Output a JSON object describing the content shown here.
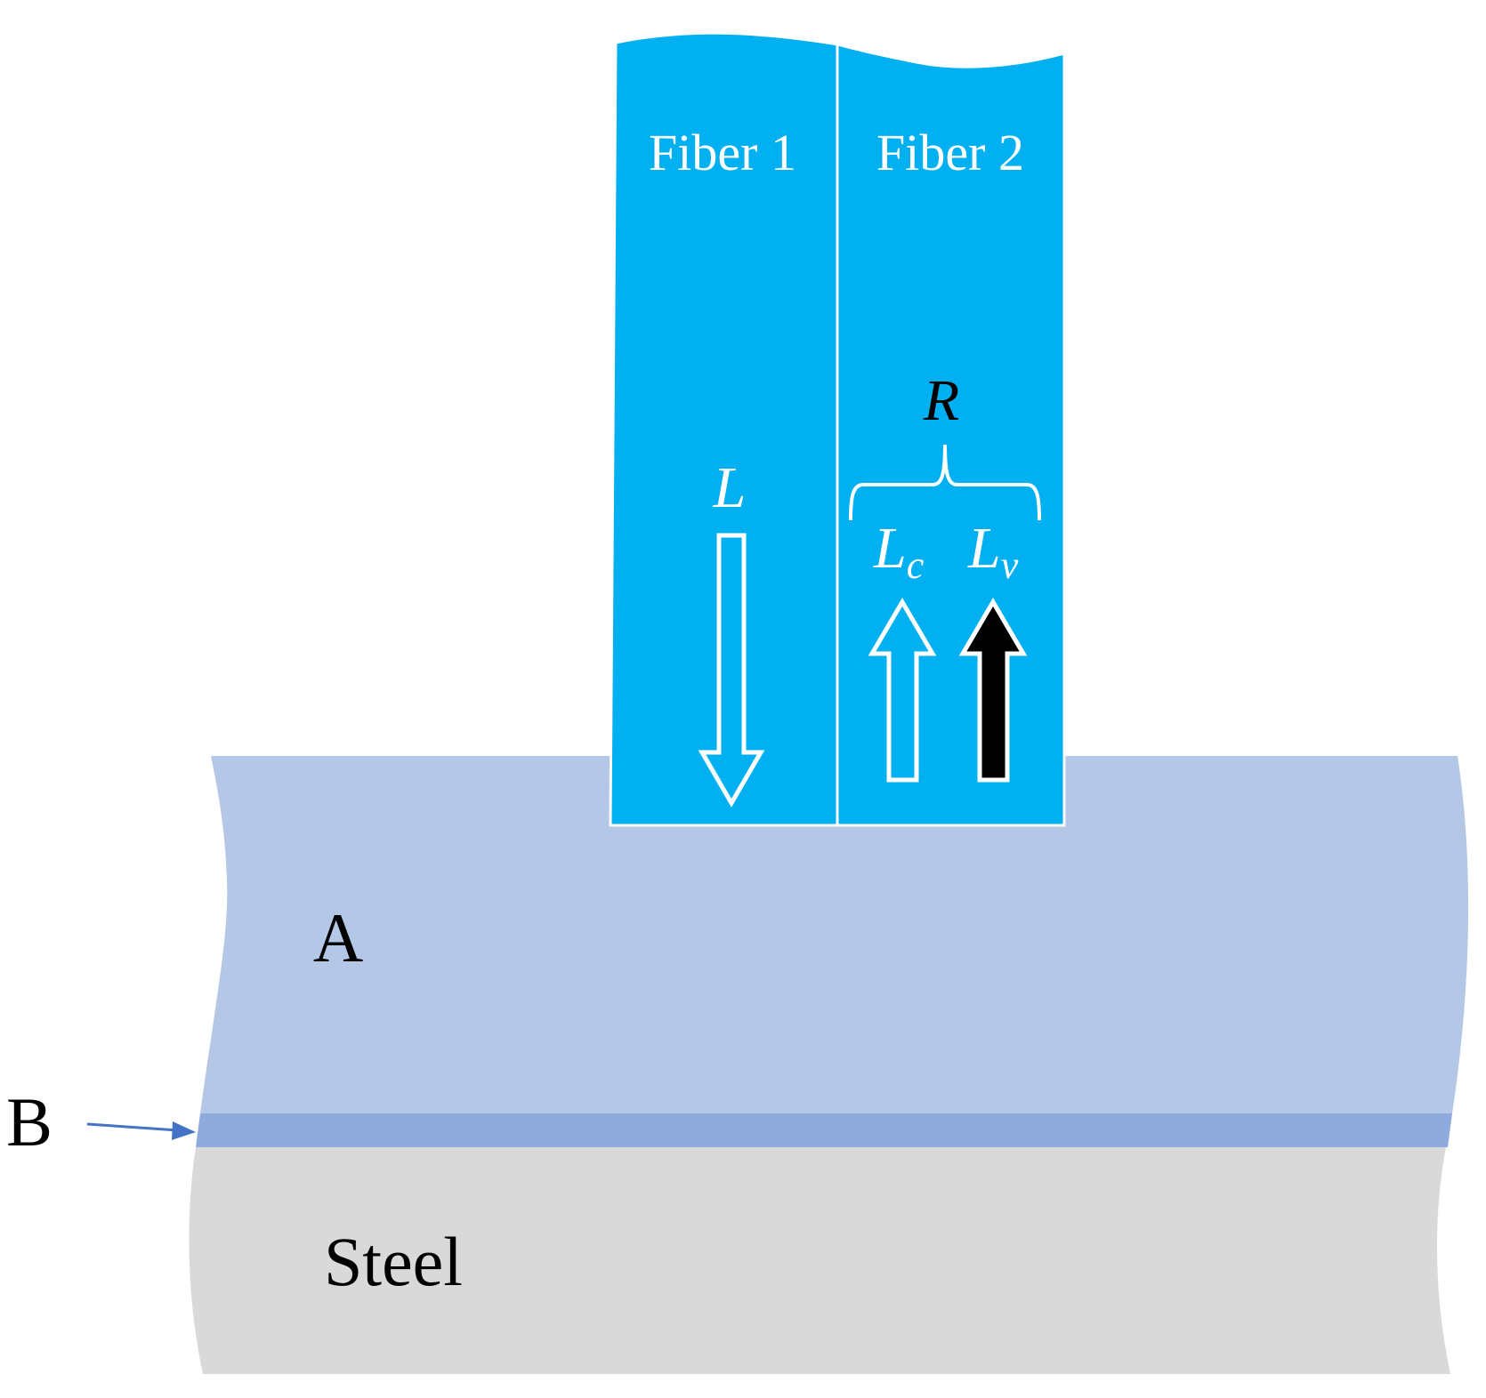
{
  "colors": {
    "fiber": "#00B0F0",
    "layer_a": "#B4C7E7",
    "layer_b": "#8FAADC",
    "steel": "#D9D9D9",
    "outline": "#ffffff",
    "pointer": "#4472C4",
    "black": "#000000"
  },
  "labels": {
    "fiber1": "Fiber 1",
    "fiber2": "Fiber 2",
    "layer_a": "A",
    "layer_b": "B",
    "steel": "Steel",
    "incident": "L",
    "reflected": "R",
    "lc_main": "L",
    "lc_sub": "c",
    "lv_main": "L",
    "lv_sub": "v"
  },
  "arrows": {
    "incident": "hollow-down-arrow",
    "lc": "hollow-up-arrow",
    "lv": "solid-up-arrow"
  }
}
